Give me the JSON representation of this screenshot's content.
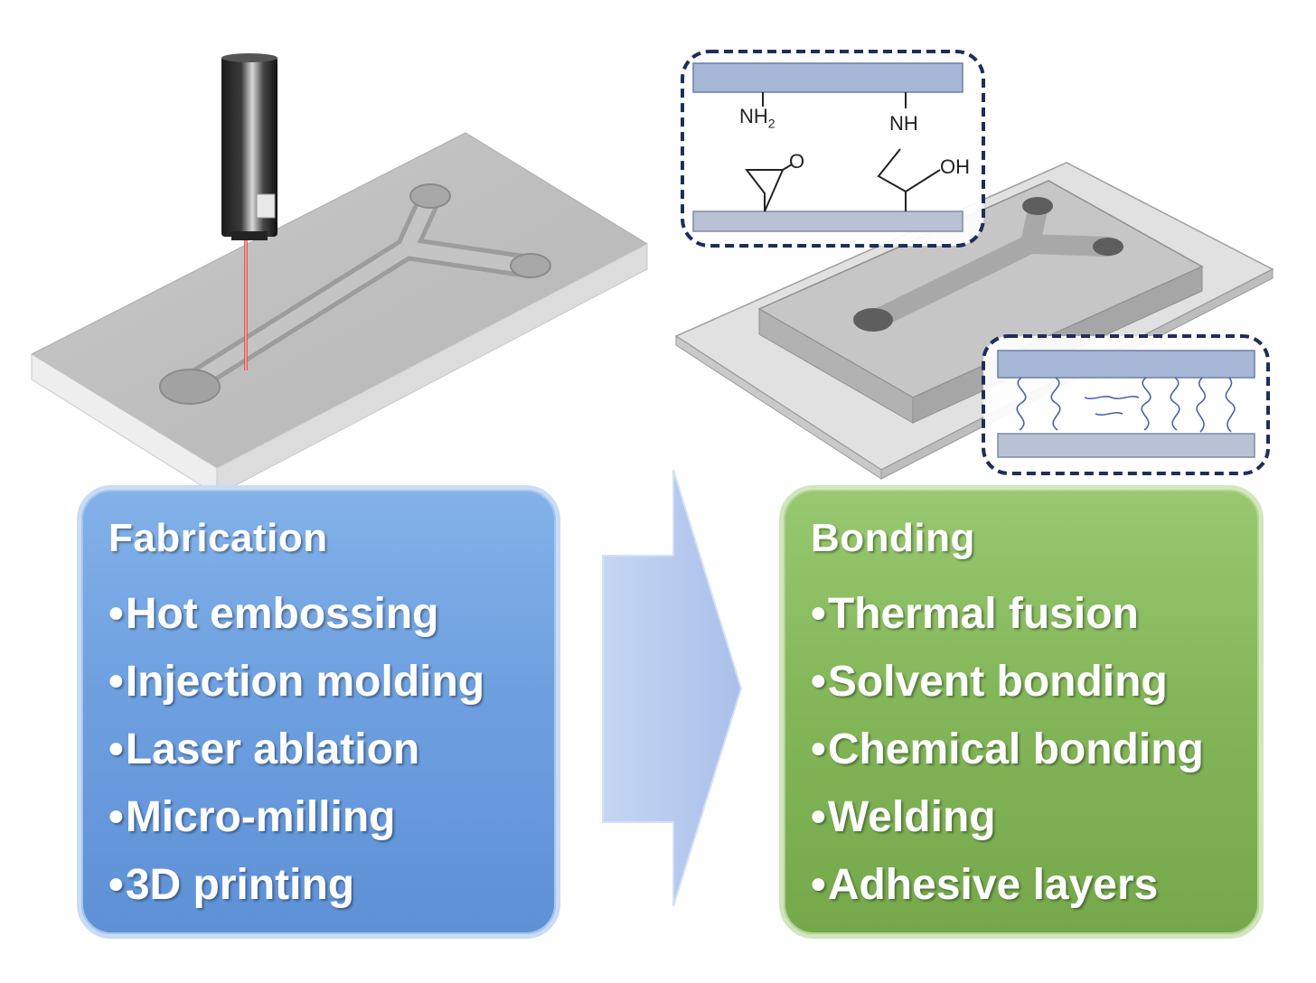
{
  "fabrication": {
    "title": "Fabrication",
    "items": [
      "Hot embossing",
      "Injection molding",
      "Laser ablation",
      "Micro-milling",
      "3D printing"
    ]
  },
  "bonding": {
    "title": "Bonding",
    "items": [
      "Thermal fusion",
      "Solvent bonding",
      "Chemical bonding",
      "Welding",
      "Adhesive layers"
    ]
  },
  "chemistry_inset": {
    "left_group": "NH2",
    "right_group": "NH",
    "hydroxyl": "OH",
    "epoxide_o": "O"
  },
  "bullet_char": "•",
  "colors": {
    "fabrication_panel": "#6ea0e0",
    "bonding_panel": "#84b75a",
    "arrow": "#b3c9ee",
    "inset_border": "#1f2d5a",
    "inset_bar": "#a7b7d6",
    "laser": "#e05050"
  }
}
